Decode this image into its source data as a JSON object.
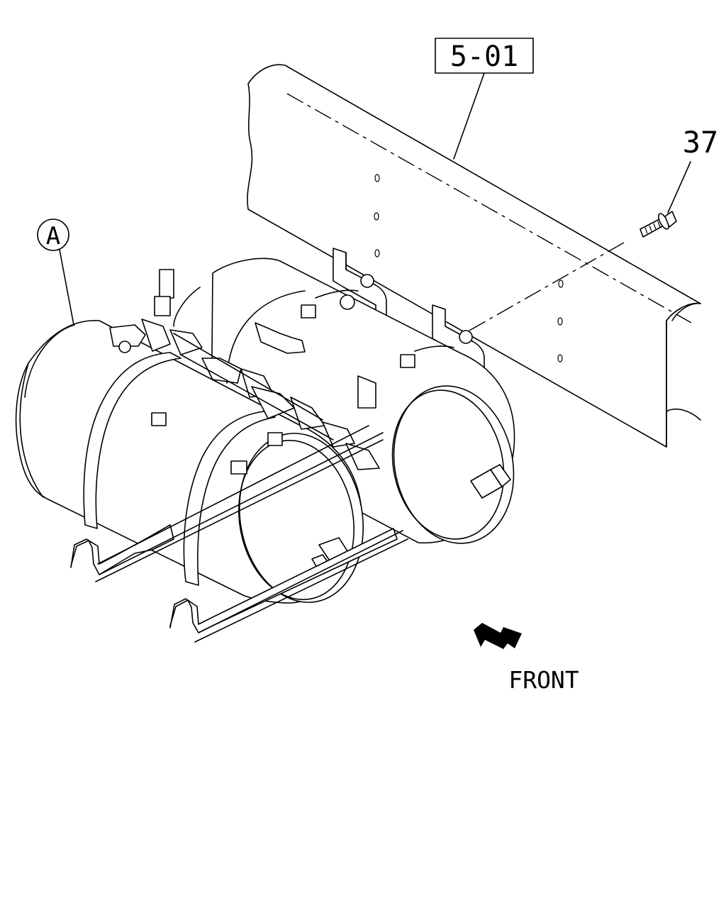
{
  "callouts": {
    "section_ref": "5-01",
    "bolt_ref": "37",
    "view_ref": "A"
  },
  "direction": {
    "label": "FRONT"
  }
}
